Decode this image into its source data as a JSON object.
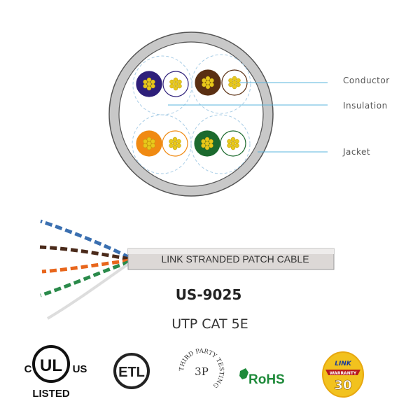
{
  "cross_section": {
    "labels": {
      "conductor": "Conductor",
      "insulation": "Insulation",
      "jacket": "Jacket"
    },
    "pair_colors": [
      "#2e1f7a",
      "#5a2f12",
      "#f08a12",
      "#1c6a2e"
    ],
    "conductor_color": "#e8c81a",
    "jacket_color": "#c8c8c8",
    "leader_color": "#5ab4dc"
  },
  "cable": {
    "jacket_print": "LINK STRANDED PATCH CABLE",
    "model": "US-9025",
    "type": "UTP CAT 5E"
  },
  "certifications": {
    "ul": {
      "c": "C",
      "mark": "UL",
      "us": "US",
      "listed": "LISTED"
    },
    "etl": {
      "mark": "ETL"
    },
    "third_party": {
      "arc": "THIRD PARTY TESTING",
      "mark": "3P"
    },
    "rohs": {
      "mark": "RoHS"
    },
    "warranty": {
      "brand": "LINK",
      "ribbon": "WARRANTY",
      "years": "30"
    }
  }
}
